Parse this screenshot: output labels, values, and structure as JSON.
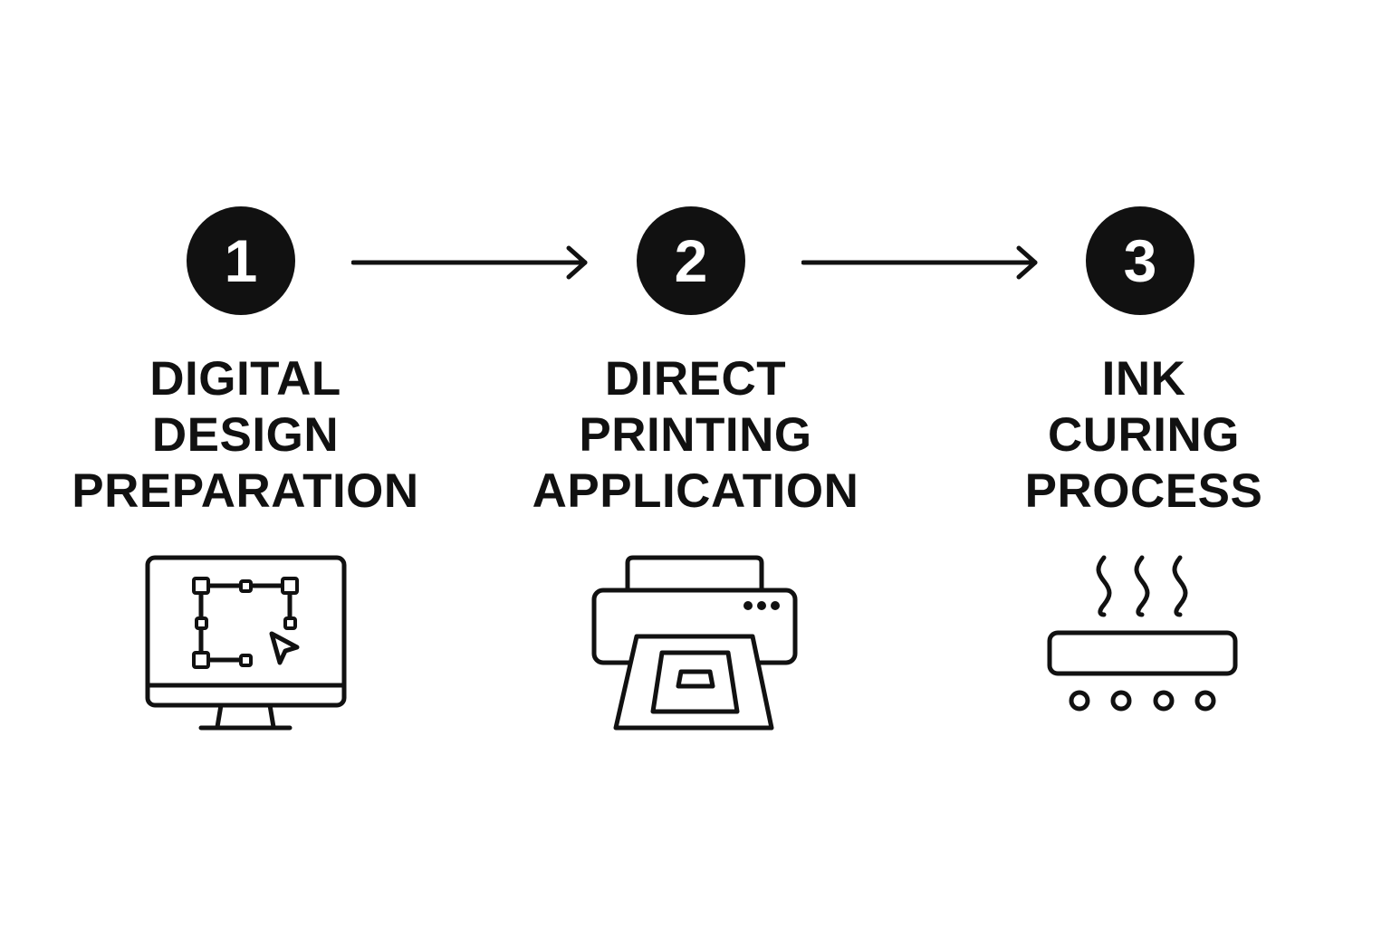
{
  "steps": [
    {
      "number": "1",
      "label_lines": [
        "DIGITAL",
        "DESIGN",
        "PREPARATION"
      ],
      "icon": "monitor-design-icon"
    },
    {
      "number": "2",
      "label_lines": [
        "DIRECT",
        "PRINTING",
        "APPLICATION"
      ],
      "icon": "printer-icon"
    },
    {
      "number": "3",
      "label_lines": [
        "INK",
        "CURING",
        "PROCESS"
      ],
      "icon": "heat-dryer-icon"
    }
  ],
  "colors": {
    "ink": "#111111",
    "background": "#ffffff",
    "number_text": "#ffffff"
  }
}
